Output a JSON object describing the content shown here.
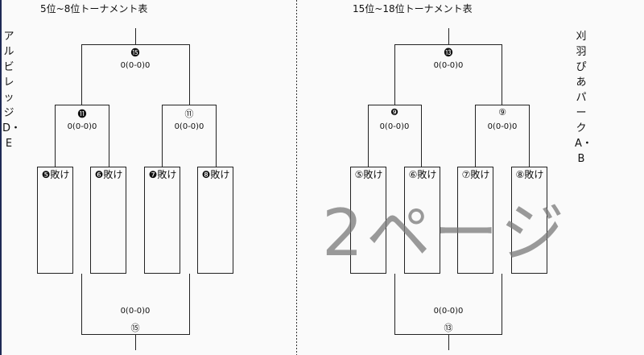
{
  "left": {
    "title": "5位~8位トーナメント表",
    "venue": "アルビレッジD・E",
    "final": {
      "number_top": "⓯",
      "score_top": "0(0-0)0",
      "score_bottom": "0(0-0)0",
      "number_bottom": "⑮"
    },
    "semis": [
      {
        "number": "⓫",
        "score": "0(0-0)0"
      },
      {
        "number": "⑪",
        "score": "0(0-0)0"
      }
    ],
    "entries": [
      "❺敗け",
      "❻敗け",
      "❼敗け",
      "❽敗け"
    ]
  },
  "right": {
    "title": "15位~18位トーナメント表",
    "venue": "刈羽ぴあパークA・B",
    "final": {
      "number_top": "⓭",
      "score_top": "0(0-0)0",
      "score_bottom": "0(0-0)0",
      "number_bottom": "⑬"
    },
    "semis": [
      {
        "number": "❾",
        "score": "0(0-0)0"
      },
      {
        "number": "⑨",
        "score": "0(0-0)0"
      }
    ],
    "entries": [
      "⑤敗け",
      "⑥敗け",
      "⑦敗け",
      "⑧敗け"
    ]
  },
  "watermark": "2ページ"
}
